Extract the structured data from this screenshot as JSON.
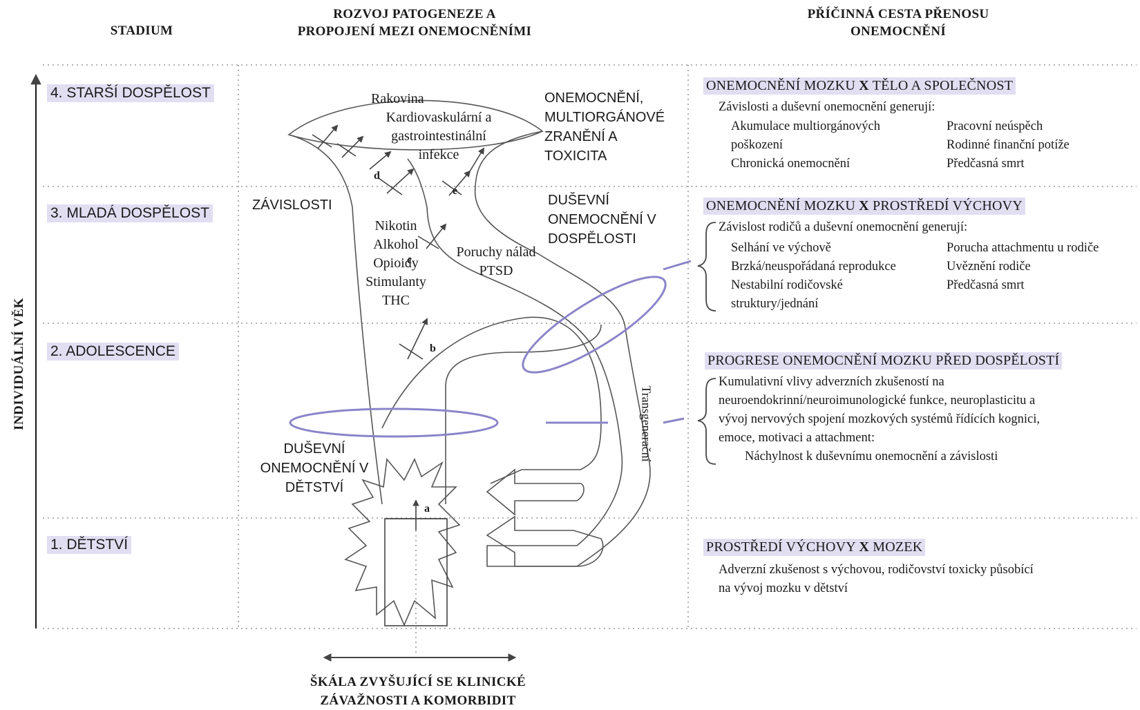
{
  "headers": {
    "stage": "STADIUM",
    "pathogenesis": [
      "ROZVOJ PATOGENEZE A",
      "PROPOJENÍ MEZI ONEMOCNĚNÍMI"
    ],
    "transmission": [
      "PŘÍČINNÁ CESTA PŘENOSU",
      "ONEMOCNĚNÍ"
    ]
  },
  "y_axis_label": "INDIVIDUÁLNÍ VĚK",
  "x_axis_label": [
    "ŠKÁLA ZVYŠUJÍCÍ SE KLINICKÉ",
    "ZÁVAŽNOSTI A KOMORBIDIT"
  ],
  "stages": [
    "4. STARŠÍ DOSPĚLOST",
    "3. MLADÁ DOSPĚLOST",
    "2. ADOLESCENCE",
    "1. DĚTSTVÍ"
  ],
  "diagram": {
    "top_diseases": [
      "Rakovina",
      "Kardiovaskulární a",
      "gastrointestinální",
      "infekce"
    ],
    "multiorgan": [
      "ONEMOCNĚNÍ,",
      "MULTIORGÁNOVÉ",
      "ZRANĚNÍ A",
      "TOXICITA"
    ],
    "addictions": "ZÁVISLOSTI",
    "adult_mental": [
      "DUŠEVNÍ",
      "ONEMOCNĚNÍ V",
      "DOSPĚLOSTI"
    ],
    "substances": [
      "Nikotin",
      "Alkohol",
      "Opioidy",
      "Stimulanty",
      "THC"
    ],
    "mood": [
      "Poruchy nálad",
      "PTSD"
    ],
    "child_mental": [
      "DUŠEVNÍ",
      "ONEMOCNĚNÍ V",
      "DĚTSTVÍ"
    ],
    "transgenerational": "Transgenerační",
    "letters": {
      "a": "a",
      "b": "b",
      "c": "c",
      "d": "d",
      "e": "e"
    }
  },
  "boxes": {
    "body_society": {
      "title_pre": "ONEMOCNĚNÍ MOZKU ",
      "title_x": "X",
      "title_post": " TĚLO A SPOLEČNOST",
      "intro": "Závislosti a duševní onemocnění generují:",
      "left": [
        "Akumulace multiorgánových",
        "poškození",
        "Chronická onemocnění"
      ],
      "right": [
        "Pracovní neúspěch",
        "Rodinné finanční potíže",
        "Předčasná smrt"
      ]
    },
    "upbringing_env": {
      "title_pre": "ONEMOCNĚNÍ MOZKU ",
      "title_x": "X",
      "title_post": " PROSTŘEDÍ VÝCHOVY",
      "intro": "Závislost rodičů a duševní onemocnění generují:",
      "left": [
        "Selhání ve výchově",
        "Brzká/neuspořádaná reprodukce",
        "Nestabilní rodičovské",
        "struktury/jednání"
      ],
      "right": [
        "Porucha attachmentu u rodiče",
        "Uvěznění rodiče",
        "Předčasná smrt"
      ]
    },
    "progression": {
      "title": "PROGRESE ONEMOCNĚNÍ MOZKU PŘED DOSPĚLOSTÍ",
      "lines": [
        "Kumulativní vlivy adverzních zkušeností na",
        "neuroendokrinní/neuroimunologické funkce, neuroplasticitu a",
        "vývoj nervových spojení mozkových systémů řídících kognici,",
        "emoce, motivaci a attachment:"
      ],
      "last": "Náchylnost k duševnímu onemocnění a závislosti"
    },
    "env_brain": {
      "title_pre": "PROSTŘEDÍ VÝCHOVY ",
      "title_x": "X",
      "title_post": " MOZEK",
      "lines": [
        "Adverzní zkušenost s výchovou, rodičovství toxicky působící",
        "na vývoj mozku v dětství"
      ]
    }
  },
  "colors": {
    "highlight": "#e2def2",
    "ellipse": "#8b84c9",
    "line": "#555555"
  }
}
